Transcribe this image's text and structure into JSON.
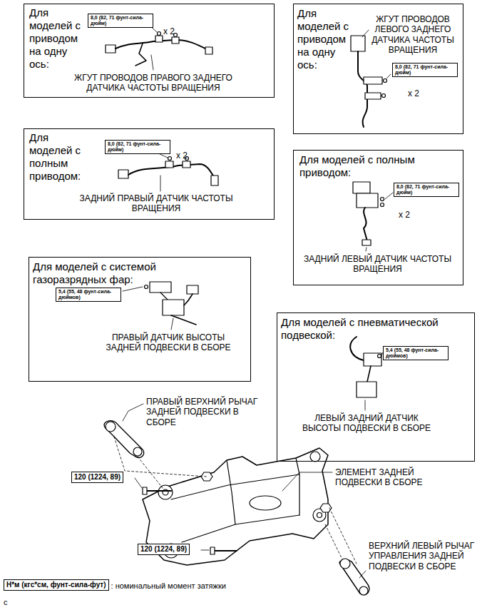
{
  "diagram": {
    "nodes": [
      {
        "text": [
          "Для моделей с приводом на одну ось:",
          "x 2",
          "ЖГУТ ПРОВОДОВ ПРАВОГО ЗАДНЕГО ДАТЧИКА ЧАСТОТЫ ВРАЩЕНИЯ"
        ]
      },
      {
        "text": [
          "8,0 (82, 71 фунт-сила-дюйм)"
        ],
        "in": 0
      },
      {
        "text": [
          "Для моделей с приводом на одну ось:",
          "ЖГУТ ПРОВОДОВ ЛЕВОГО ЗАДНЕГО ДАТЧИКА ЧАСТОТЫ ВРАЩЕНИЯ",
          "x 2"
        ]
      },
      {
        "text": [
          "8,0 (82, 71 фунт-сила-дюйм)"
        ],
        "in": 2
      },
      {
        "text": [
          "Для моделей с полным приводом:",
          "x 2",
          "ЗАДНИЙ ПРАВЫЙ ДАТЧИК ЧАСТОТЫ ВРАЩЕНИЯ"
        ]
      },
      {
        "text": [
          "8,0 (82, 71 фунт-сила-дюйм)"
        ],
        "in": 4
      },
      {
        "text": [
          "Для моделей с полным приводом:",
          "x 2",
          "ЗАДНИЙ ЛЕВЫЙ ДАТЧИК ЧАСТОТЫ ВРАЩЕНИЯ"
        ]
      },
      {
        "text": [
          "8,0 (82, 71 фунт-сила-дюйм)"
        ],
        "in": 6
      },
      {
        "text": [
          "Для моделей с системой газоразрядных фар:",
          "ПРАВЫЙ ДАТЧИК ВЫСОТЫ ЗАДНЕЙ ПОДВЕСКИ В СБОРЕ"
        ]
      },
      {
        "text": [
          "5,4 (55, 48 фунт-сила-дюймов)"
        ],
        "in": 8
      },
      {
        "text": [
          "Для моделей с пневматической подвеской:",
          "ЛЕВЫЙ ЗАДНИЙ ДАТЧИК ВЫСОТЫ ПОДВЕСКИ В СБОРЕ"
        ]
      },
      {
        "text": [
          "5,4 (55, 48 фунт-сила-дюймов)"
        ],
        "in": 10
      },
      {
        "text": [
          "120 (1224, 89)"
        ]
      },
      {
        "text": [
          "120 (1224, 89)"
        ]
      },
      {
        "text": [
          "Н*м (кгс*см, фунт-сила-фут)"
        ]
      }
    ],
    "labels": [
      "ПРАВЫЙ ВЕРХНИЙ РЫЧАГ ЗАДНЕЙ ПОДВЕСКИ В СБОРЕ",
      "ЭЛЕМЕНТ ЗАДНЕЙ ПОДВЕСКИ В СБОРЕ",
      "ВЕРХНИЙ ЛЕВЫЙ РЫЧАГ УПРАВЛЕНИЯ ЗАДНЕЙ ПОДВЕСКИ В СБОРЕ",
      ": номинальный момент затяжки",
      "c"
    ]
  }
}
